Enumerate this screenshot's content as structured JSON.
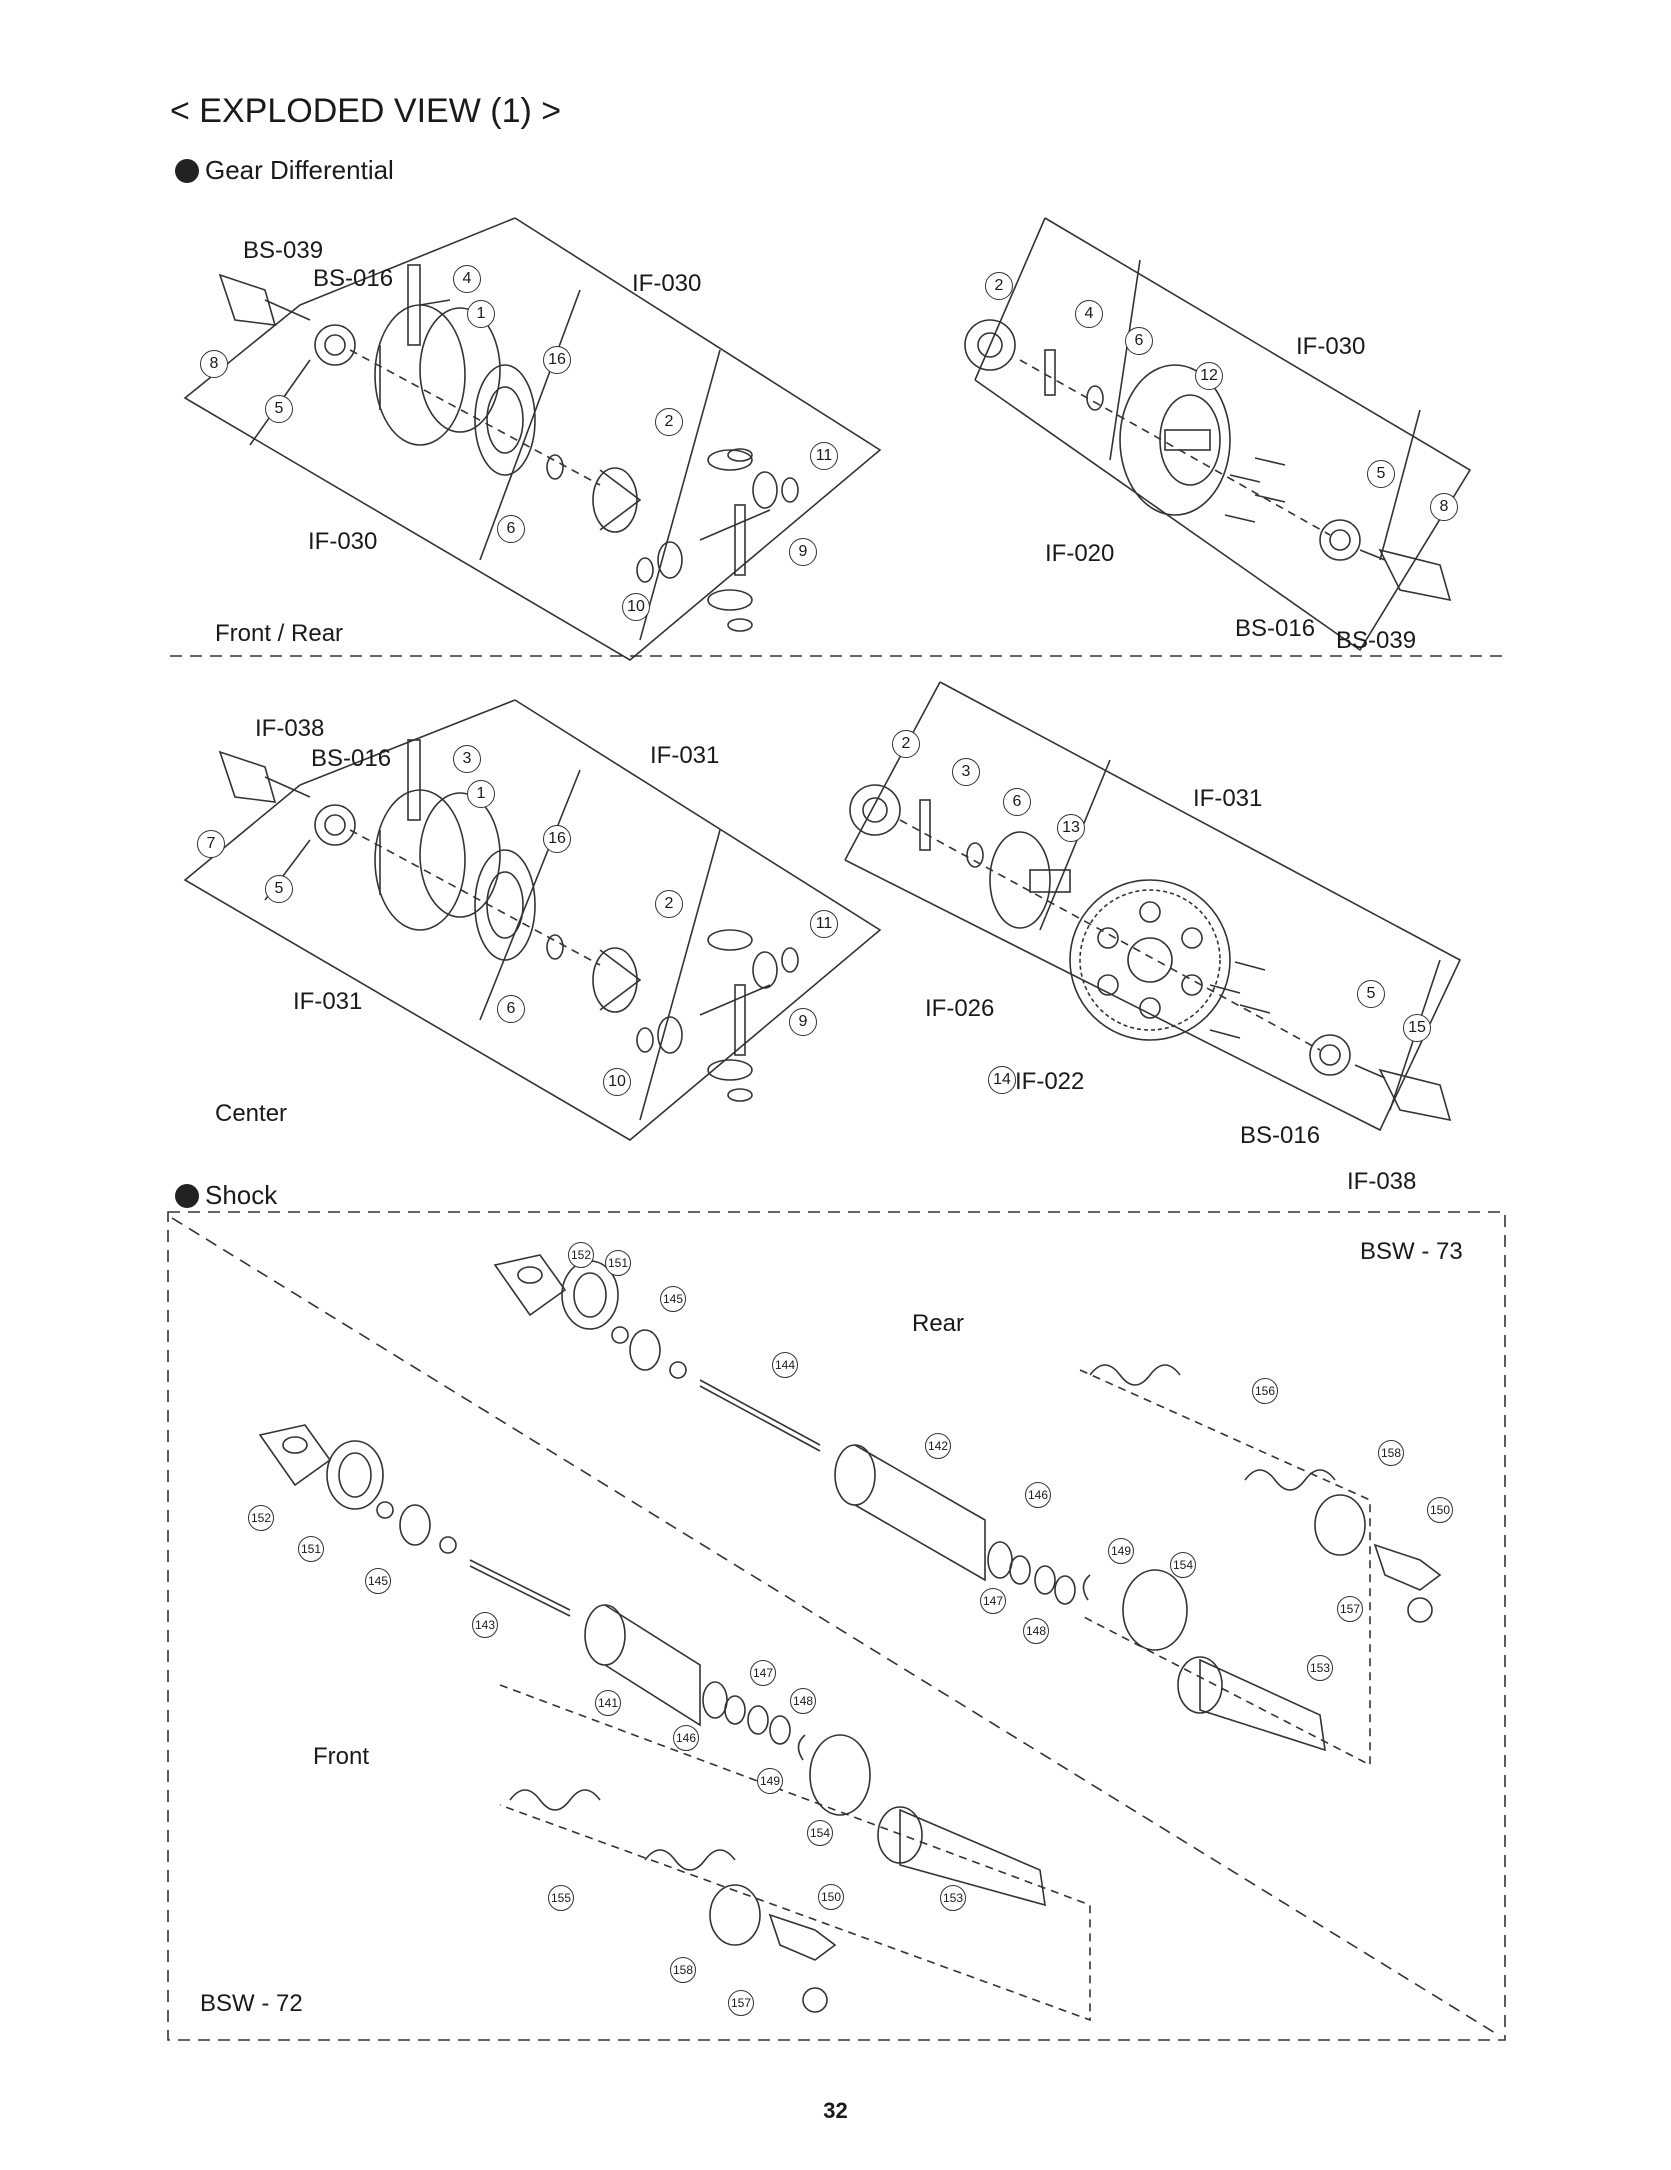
{
  "page": {
    "title": "< EXPLODED VIEW (1) >",
    "page_number": "32"
  },
  "gear_diff": {
    "heading": "Gear Differential",
    "front_rear": {
      "caption": "Front / Rear",
      "left_labels": [
        "BS-039",
        "BS-016",
        "IF-030",
        "IF-030"
      ],
      "left_callouts": [
        "4",
        "1",
        "16",
        "8",
        "5",
        "2",
        "11",
        "6",
        "9",
        "10"
      ],
      "right_labels": [
        "IF-030",
        "IF-020",
        "BS-016",
        "BS-039"
      ],
      "right_callouts": [
        "2",
        "4",
        "6",
        "12",
        "5",
        "8"
      ]
    },
    "center": {
      "caption": "Center",
      "left_labels": [
        "IF-038",
        "BS-016",
        "IF-031",
        "IF-031"
      ],
      "left_callouts": [
        "3",
        "1",
        "16",
        "7",
        "5",
        "2",
        "11",
        "6",
        "9",
        "10"
      ],
      "right_labels": [
        "IF-031",
        "IF-026",
        "IF-022",
        "BS-016",
        "IF-038"
      ],
      "right_callouts": [
        "2",
        "3",
        "6",
        "13",
        "5",
        "15",
        "14"
      ]
    }
  },
  "shock": {
    "heading": "Shock",
    "rear": {
      "caption": "Rear",
      "kit": "BSW - 73",
      "callouts": [
        "152",
        "151",
        "145",
        "144",
        "142",
        "156",
        "158",
        "150",
        "146",
        "149",
        "154",
        "147",
        "148",
        "157",
        "153"
      ]
    },
    "front": {
      "caption": "Front",
      "kit": "BSW - 72",
      "callouts": [
        "152",
        "151",
        "145",
        "143",
        "141",
        "147",
        "148",
        "146",
        "149",
        "154",
        "155",
        "150",
        "153",
        "158",
        "157"
      ]
    }
  },
  "colors": {
    "ink": "#1a1a1a",
    "paper": "#ffffff"
  }
}
